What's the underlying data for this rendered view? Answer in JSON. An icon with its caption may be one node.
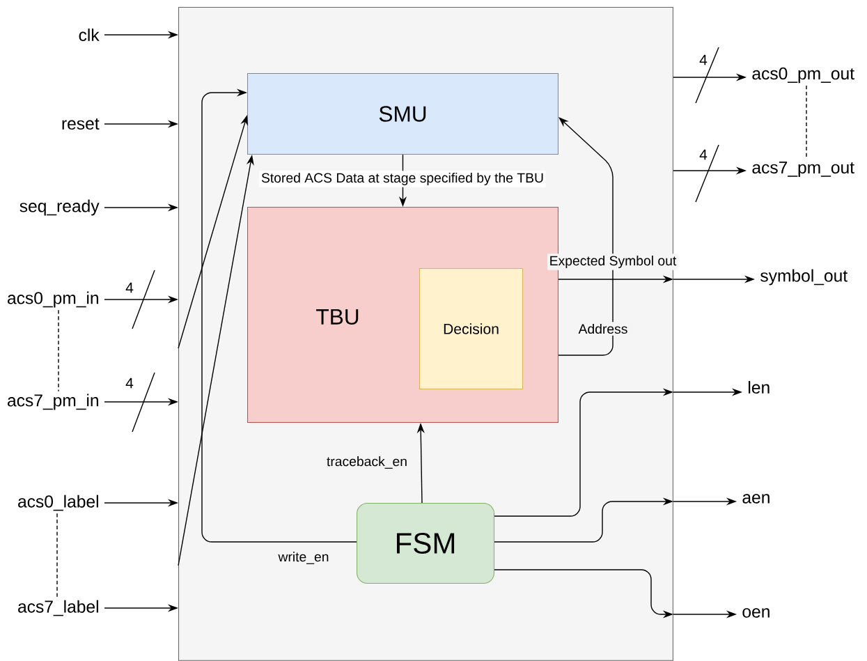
{
  "diagram": {
    "nodes": [
      {
        "text": [],
        "shape": "box"
      },
      {
        "text": [
          "SMU"
        ],
        "in": 0
      },
      {
        "text": [
          "TBU"
        ],
        "in": 0
      },
      {
        "text": [
          "Decision"
        ],
        "in": 2
      },
      {
        "text": [
          "FSM"
        ],
        "in": 0
      },
      {
        "text": [
          "clk"
        ]
      },
      {
        "text": [
          "reset"
        ]
      },
      {
        "text": [
          "seq_ready"
        ]
      },
      {
        "text": [
          "acs0_pm_in"
        ]
      },
      {
        "text": [
          "acs7_pm_in"
        ]
      },
      {
        "text": [
          "acs0_label"
        ]
      },
      {
        "text": [
          "acs7_label"
        ]
      },
      {
        "text": [
          "acs0_pm_out"
        ]
      },
      {
        "text": [
          "acs7_pm_out"
        ]
      },
      {
        "text": [
          "symbol_out"
        ]
      },
      {
        "text": [
          "len"
        ]
      },
      {
        "text": [
          "aen"
        ]
      },
      {
        "text": [
          "oen"
        ]
      }
    ],
    "edges": [
      {
        "from": 5,
        "to": 0,
        "arrow": "to"
      },
      {
        "from": 6,
        "to": 0,
        "arrow": "to"
      },
      {
        "from": 7,
        "to": 0,
        "arrow": "to"
      },
      {
        "from": 8,
        "to": 0,
        "arrow": "to"
      },
      {
        "from": 9,
        "to": 0,
        "arrow": "to"
      },
      {
        "from": 10,
        "to": 0,
        "arrow": "to"
      },
      {
        "from": 11,
        "to": 0,
        "arrow": "to"
      },
      {
        "from": 0,
        "to": 1,
        "arrow": "to"
      },
      {
        "from": 0,
        "to": 1,
        "arrow": "to"
      },
      {
        "from": 1,
        "to": 2,
        "arrow": "to",
        "label": "Stored ACS Data at stage specified by the TBU"
      },
      {
        "from": 2,
        "to": 0,
        "arrow": "to",
        "label": "Expected Symbol out"
      },
      {
        "from": 0,
        "to": 14,
        "arrow": "to"
      },
      {
        "from": 2,
        "to": 1,
        "arrow": "to",
        "label": "Address"
      },
      {
        "from": 4,
        "to": 2,
        "arrow": "to",
        "label": "traceback_en"
      },
      {
        "from": 4,
        "to": 1,
        "arrow": "to",
        "label": "write_en"
      },
      {
        "from": 4,
        "to": 0,
        "arrow": "to"
      },
      {
        "from": 0,
        "to": 15,
        "arrow": "to"
      },
      {
        "from": 4,
        "to": 0,
        "arrow": "to"
      },
      {
        "from": 0,
        "to": 16,
        "arrow": "to"
      },
      {
        "from": 4,
        "to": 0,
        "arrow": "to"
      },
      {
        "from": 0,
        "to": 17,
        "arrow": "to"
      },
      {
        "from": 0,
        "to": 12,
        "arrow": "to"
      },
      {
        "from": 0,
        "to": 13,
        "arrow": "to"
      },
      {
        "from": 8,
        "to": 9,
        "arrow": "none",
        "style": "dashed"
      },
      {
        "from": 10,
        "to": 11,
        "arrow": "none",
        "style": "dashed"
      },
      {
        "from": 12,
        "to": 13,
        "arrow": "none",
        "style": "dashed"
      }
    ],
    "labels": [
      "4",
      "4",
      "4",
      "4"
    ]
  }
}
